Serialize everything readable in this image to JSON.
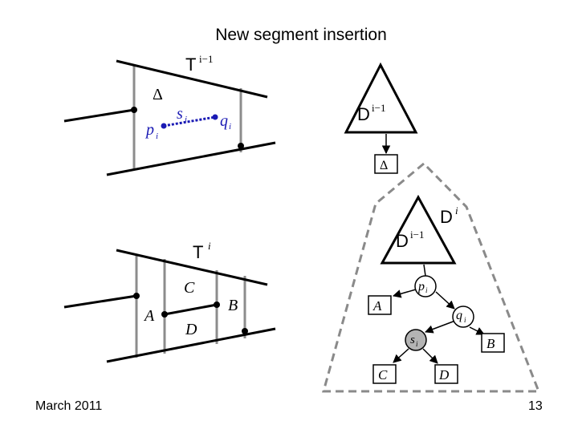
{
  "slide": {
    "title": "New segment insertion",
    "footer_date": "March 2011",
    "page_number": "13"
  },
  "top_map": {
    "map_label": "T",
    "map_sup": "i−1",
    "trapezoid_label": "Δ",
    "segment_label": "s",
    "segment_sub": "i",
    "left_endpoint": "p",
    "left_endpoint_sub": "i",
    "right_endpoint": "q",
    "right_endpoint_sub": "i",
    "segment_color": "#1a1ab4"
  },
  "bottom_map": {
    "map_label": "T",
    "map_sup": "i",
    "regions": [
      "A",
      "B",
      "C",
      "D"
    ]
  },
  "structure": {
    "old_graph_label": "D",
    "old_graph_sup": "i−1",
    "old_leaf": "Δ",
    "new_graph_label": "D",
    "new_graph_sup": "i",
    "inner_graph_label": "D",
    "inner_graph_sup": "i−1",
    "nodes": {
      "p": "p",
      "p_sub": "i",
      "q": "q",
      "q_sub": "i",
      "s": "s",
      "s_sub": "i"
    },
    "leaves": [
      "A",
      "B",
      "C",
      "D"
    ],
    "highlight_node_color": "#b4b4b4",
    "dashed_outline_color": "#8a8a8a"
  }
}
